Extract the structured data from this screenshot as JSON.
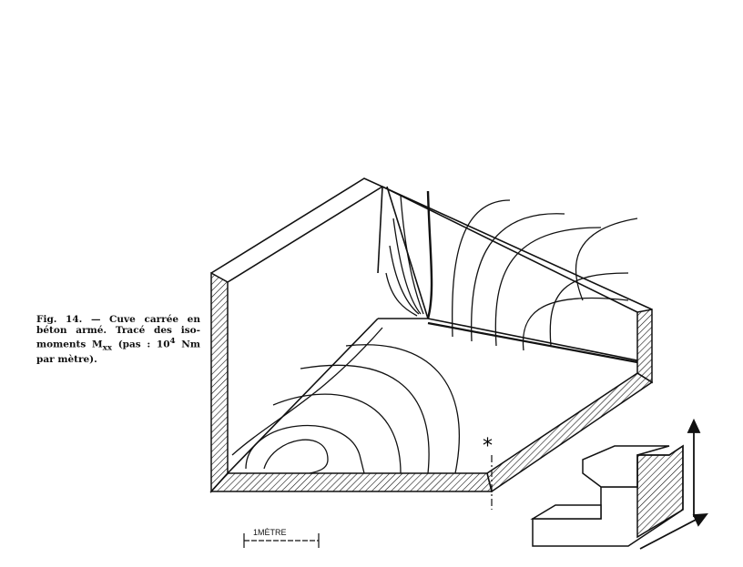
{
  "figure": {
    "caption_parts": [
      "Fig. 14. — Cuve carrée en béton armé. Tracé des iso-moments M",
      "xx",
      " (pas : 10",
      "4",
      " Nm par mètre)."
    ],
    "scale_label": "1MÈTRE",
    "section_mark": "*"
  },
  "colors": {
    "ink": "#111111",
    "paper": "#ffffff"
  }
}
